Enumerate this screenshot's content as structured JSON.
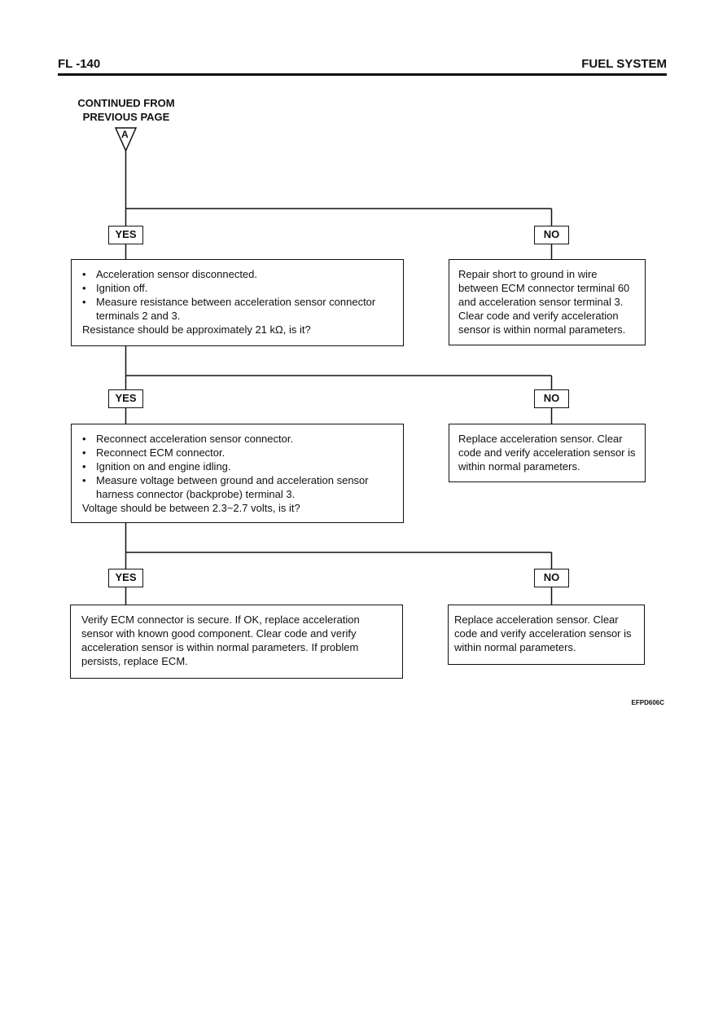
{
  "header": {
    "page_number": "FL -140",
    "section_title": "FUEL SYSTEM"
  },
  "continued": {
    "line1": "CONTINUED FROM",
    "line2": "PREVIOUS PAGE",
    "connector": "A"
  },
  "steps": [
    {
      "yes_label": "YES",
      "no_label": "NO",
      "check": {
        "bullets": [
          "Acceleration sensor disconnected.",
          "Ignition off.",
          "Measure resistance between acceleration sensor connector terminals 2 and 3."
        ],
        "question": "Resistance should be approximately 21 kΩ, is it?"
      },
      "no_action": "Repair short to ground in wire between ECM connector terminal 60 and acceleration sensor terminal 3. Clear code and verify acceleration sensor is within normal parameters."
    },
    {
      "yes_label": "YES",
      "no_label": "NO",
      "check": {
        "bullets": [
          "Reconnect acceleration sensor connector.",
          "Reconnect ECM connector.",
          "Ignition on and engine idling.",
          "Measure voltage between ground and acceleration sensor harness connector (backprobe) terminal 3."
        ],
        "question": "Voltage should be between 2.3~2.7 volts, is it?"
      },
      "no_action": "Replace acceleration sensor. Clear code and verify acceleration sensor is within normal parameters."
    },
    {
      "yes_label": "YES",
      "no_label": "NO",
      "yes_action": "Verify ECM connector is secure. If OK, replace acceleration sensor with known good component. Clear code and verify acceleration sensor is within normal parameters. If problem persists, replace ECM.",
      "no_action": "Replace acceleration sensor. Clear code and verify acceleration sensor is within normal parameters."
    }
  ],
  "figure_code": "EFPD606C"
}
